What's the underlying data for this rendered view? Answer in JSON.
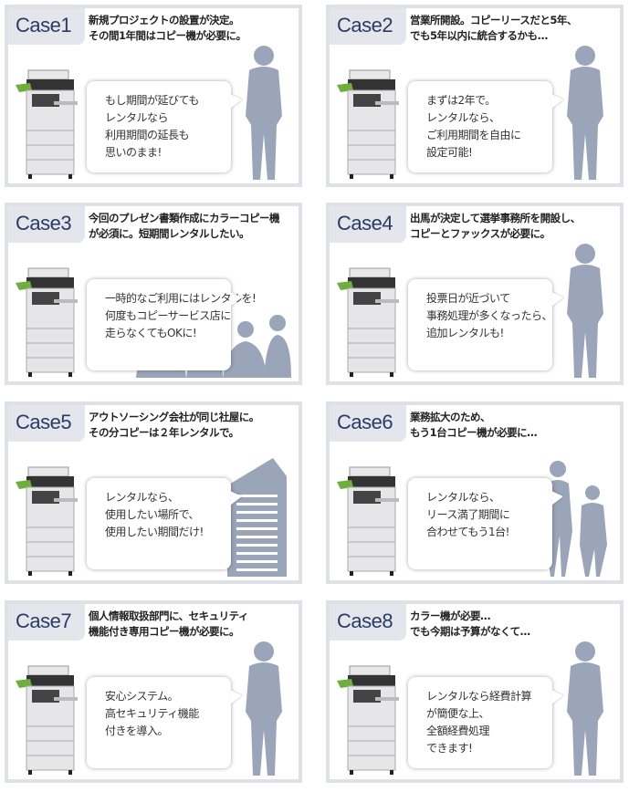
{
  "accent_color": "#2b3a67",
  "silhouette_color": "#9ba5ba",
  "cases": [
    {
      "label": "Case1",
      "title": "新規プロジェクトの設置が決定。\nその間1年間はコピー機が必要に。",
      "bubble": "もし期間が延びても\nレンタルなら\n利用期間の延長も\n思いのまま!",
      "figure": "woman-presenting-icon"
    },
    {
      "label": "Case2",
      "title": "営業所開設。コピーリースだと5年、\nでも5年以内に統合するかも...",
      "bubble": "まずは2年で。\nレンタルなら、\nご利用期間を自由に\n設定可能!",
      "figure": "woman-standing-icon"
    },
    {
      "label": "Case3",
      "title": "今回のプレゼン書類作成にカラーコピー機\nが必須に。短期間レンタルしたい。",
      "bubble": "一時的なご利用にはレンタルを!\n何度もコピーサービス店に\n走らなくてもOKに!",
      "figure": "meeting-group-icon"
    },
    {
      "label": "Case4",
      "title": "出馬が決定して選挙事務所を開設し、\nコピーとファックスが必要に。",
      "bubble": "投票日が近づいて\n事務処理が多くなったら、\n追加レンタルも!",
      "figure": "man-speaking-icon"
    },
    {
      "label": "Case5",
      "title": "アウトソーシング会社が同じ社屋に。\nその分コピーは２年レンタルで。",
      "bubble": "レンタルなら、\n使用したい場所で、\n使用したい期間だけ!",
      "figure": "office-building-icon"
    },
    {
      "label": "Case6",
      "title": "業務拡大のため、\nもう1台コピー機が必要に…",
      "bubble": "レンタルなら、\nリース満了期間に\n合わせてもう1台!",
      "figure": "two-women-icon"
    },
    {
      "label": "Case7",
      "title": "個人情報取扱部門に、セキュリティ\n機能付き専用コピー機が必要に。",
      "bubble": "安心システム。\n高セキュリティ機能\n付きを導入。",
      "figure": "woman-pointing-icon"
    },
    {
      "label": "Case8",
      "title": "カラー機が必要…\nでも今期は予算がなくて…",
      "bubble": "レンタルなら経費計算\nが簡便な上、\n全額経費処理\nできます!",
      "figure": "man-thinking-icon"
    }
  ]
}
